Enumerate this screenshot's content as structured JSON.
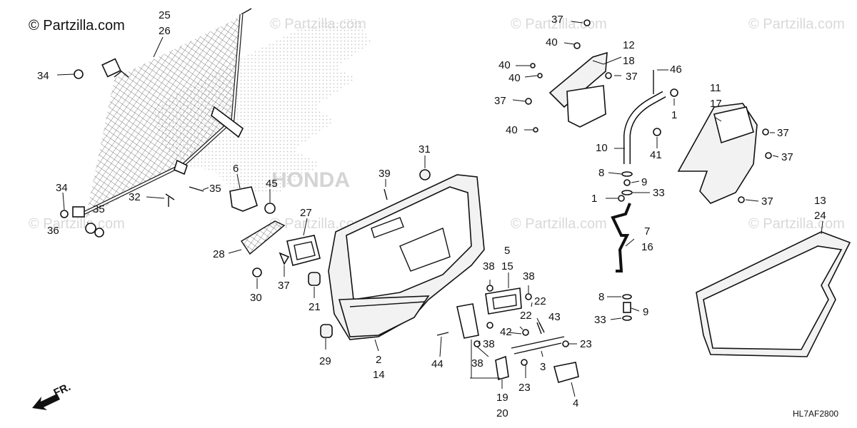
{
  "header": {
    "brand": "© Partzilla.com"
  },
  "watermarks": [
    "© Partzilla.com",
    "© Partzilla.com",
    "© Partzilla.com",
    "© Partzilla.com",
    "© Partzilla.com",
    "© Partzilla.com",
    "© Partzilla.com",
    "© Partzilla.com"
  ],
  "diagram_code": "HL7AF2800",
  "direction_label": "FR.",
  "callouts": {
    "p1a": "1",
    "p1b": "1",
    "p2": "2",
    "p3": "3",
    "p4": "4",
    "p5": "5",
    "p6": "6",
    "p7": "7",
    "p8a": "8",
    "p8b": "8",
    "p9a": "9",
    "p9b": "9",
    "p10": "10",
    "p11": "11",
    "p12": "12",
    "p13": "13",
    "p14": "14",
    "p15": "15",
    "p16": "16",
    "p17": "17",
    "p18": "18",
    "p19": "19",
    "p20": "20",
    "p21": "21",
    "p22a": "22",
    "p22b": "22",
    "p23a": "23",
    "p23b": "23",
    "p24": "24",
    "p25": "25",
    "p26": "26",
    "p27": "27",
    "p28": "28",
    "p29": "29",
    "p30": "30",
    "p31": "31",
    "p32": "32",
    "p33a": "33",
    "p33b": "33",
    "p34a": "34",
    "p34b": "34",
    "p35a": "35",
    "p35b": "35",
    "p36": "36",
    "p37a": "37",
    "p37b": "37",
    "p37c": "37",
    "p37d": "37",
    "p37e": "37",
    "p37f": "37",
    "p37g": "37",
    "p38a": "38",
    "p38b": "38",
    "p38c": "38",
    "p38d": "38",
    "p39": "39",
    "p40a": "40",
    "p40b": "40",
    "p40c": "40",
    "p40d": "40",
    "p41": "41",
    "p42": "42",
    "p43": "43",
    "p44": "44",
    "p45": "45",
    "p46": "46"
  }
}
